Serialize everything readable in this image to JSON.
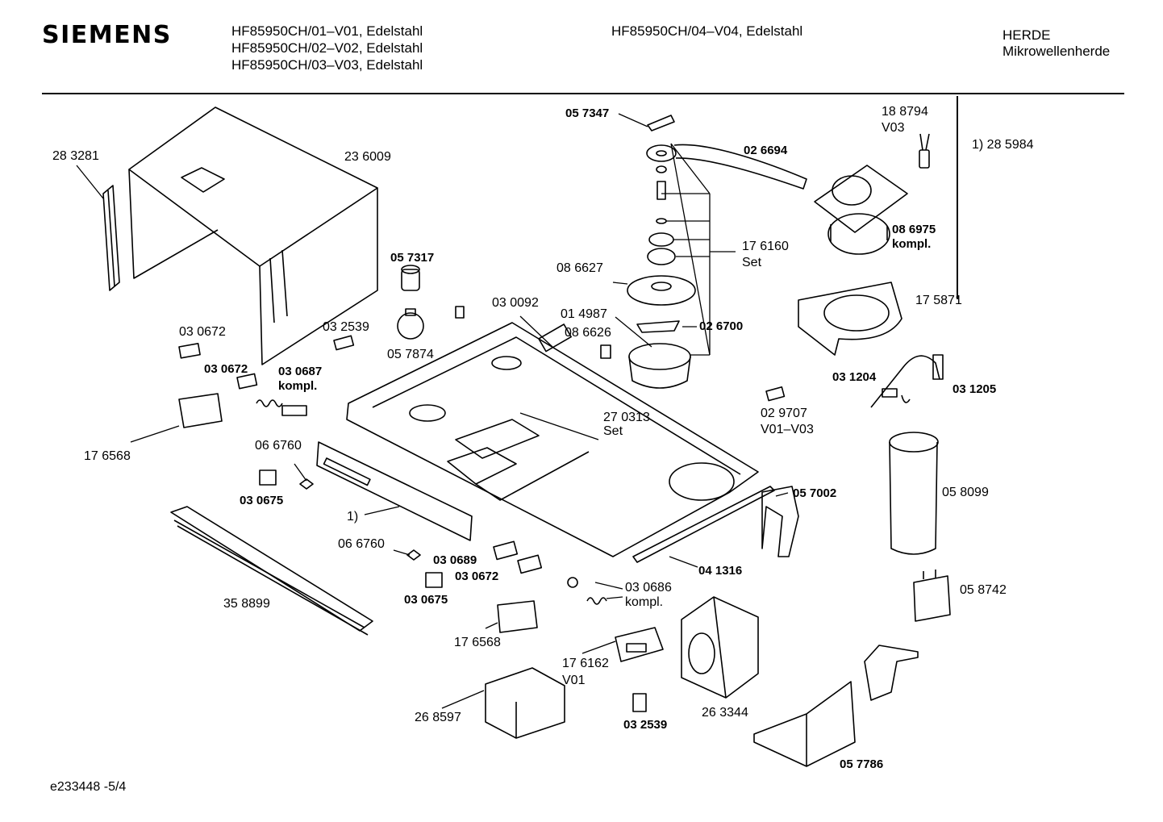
{
  "header": {
    "brand": "SIEMENS",
    "models": [
      "HF85950CH/01–V01, Edelstahl",
      "HF85950CH/02–V02, Edelstahl",
      "HF85950CH/03–V03, Edelstahl"
    ],
    "model_v04": "HF85950CH/04–V04, Edelstahl",
    "category": "HERDE",
    "subcategory": "Mikrowellenherde"
  },
  "parts": {
    "p283281": "28 3281",
    "p236009": "23 6009",
    "p057347": "05 7347",
    "p188794": "18 8794",
    "v03": "V03",
    "note1": "1) 28 5984",
    "p026694": "02 6694",
    "p086975": "08 6975",
    "kompl": "kompl.",
    "p176160": "17 6160",
    "set": "Set",
    "p057317": "05 7317",
    "p086627": "08 6627",
    "p175871": "17 5871",
    "p030092": "03 0092",
    "p014987": "01 4987",
    "p026700": "02 6700",
    "p086626": "08 6626",
    "p030672a": "03 0672",
    "p032539a": "03 2539",
    "p057874": "05 7874",
    "p030672b": "03 0672",
    "p030687": "03 0687",
    "kompl2": "kompl.",
    "p031204": "03 1204",
    "p031205": "03 1205",
    "p029707": "02 9707",
    "v01v03": "V01–V03",
    "p270313": "27 0313",
    "set2": "Set",
    "p176568a": "17 6568",
    "p066760a": "06 6760",
    "p030675a": "03 0675",
    "one": "1)",
    "p057002": "05 7002",
    "p058099": "05 8099",
    "p066760b": "06 6760",
    "p030689": "03 0689",
    "p030672c": "03 0672",
    "p041316": "04 1316",
    "p030675b": "03 0675",
    "p030686": "03 0686",
    "kompl3": "kompl.",
    "p058742": "05 8742",
    "p358899": "35 8899",
    "p176568b": "17 6568",
    "p176162": "17 6162",
    "v01": "V01",
    "p268597": "26 8597",
    "p263344": "26 3344",
    "p032539b": "03 2539",
    "p057786": "05 7786"
  },
  "footer": {
    "doc_id": "e233448 -5/4"
  }
}
